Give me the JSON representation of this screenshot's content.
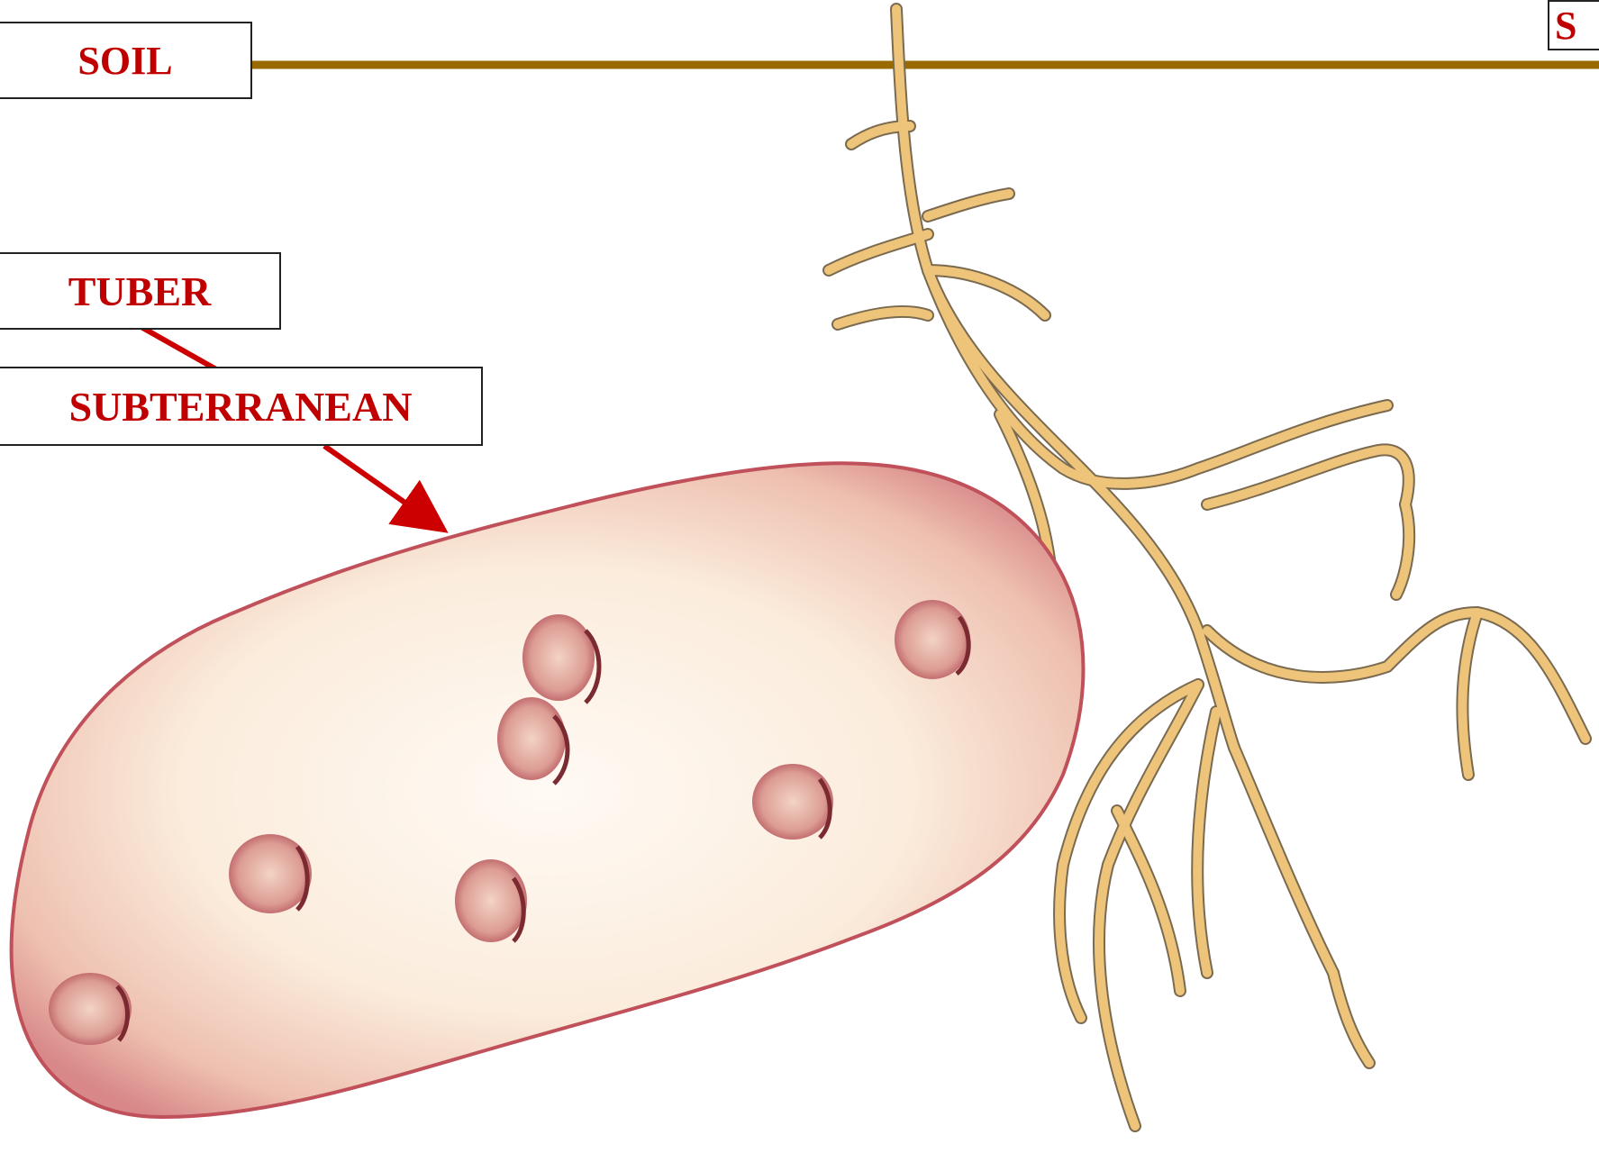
{
  "labels": {
    "soil": "SOIL",
    "tuber": "TUBER",
    "subterranean": "SUBTERRANEAN",
    "corner": "S"
  },
  "colors": {
    "label_text": "#c00000",
    "arrow": "#cc0000",
    "soil_line": "#9a6a00",
    "tuber_fill": "#f4dccc",
    "tuber_edge": "#c0505a",
    "root": "#e8c070",
    "root_edge": "#7a6a50"
  }
}
